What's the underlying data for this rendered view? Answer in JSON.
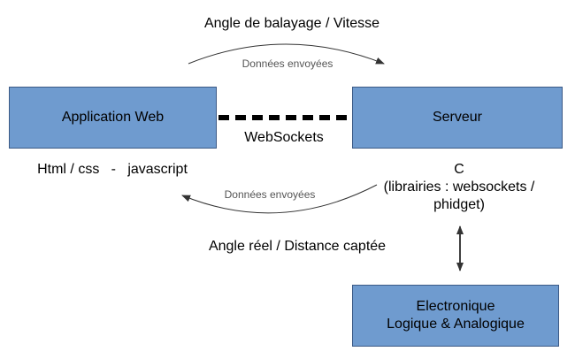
{
  "colors": {
    "box_fill": "#6f9bcf",
    "box_border": "#3c5a86",
    "arrow": "#333333",
    "websocket_line": "#000000"
  },
  "nodes": {
    "app": {
      "label": "Application Web",
      "tech": "Html / css   -   javascript"
    },
    "server": {
      "label": "Serveur",
      "tech_lines": [
        "C",
        "(librairies : websockets /",
        "phidget)"
      ]
    },
    "electronics": {
      "lines": [
        "Electronique",
        "Logique & Analogique"
      ]
    }
  },
  "connections": {
    "websockets_label": "WebSockets",
    "upper": {
      "title": "Angle de balayage / Vitesse",
      "caption": "Données envoyées"
    },
    "lower": {
      "title": "Angle réel / Distance captée",
      "caption": "Données envoyées"
    }
  },
  "icons": [
    "arc-arrow-right-icon",
    "arc-arrow-left-icon",
    "double-arrow-vertical-icon"
  ]
}
